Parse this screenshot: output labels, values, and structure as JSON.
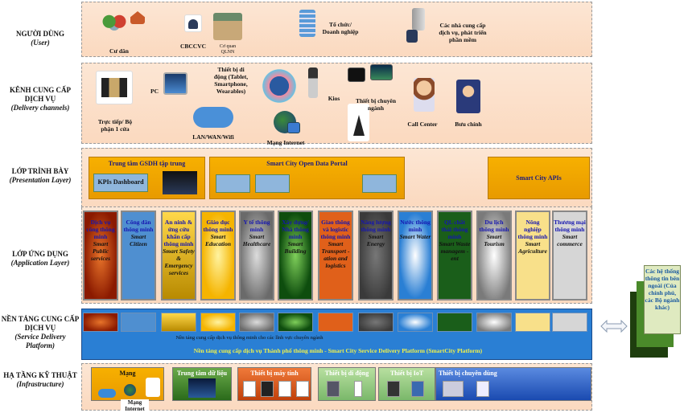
{
  "layers": {
    "user": {
      "vi": "NGƯỜI DÙNG",
      "en": "(User)"
    },
    "delivery": {
      "vi": "KÊNH CUNG CẤP DỊCH VỤ",
      "en": "(Delivery channels)"
    },
    "presentation": {
      "vi": "LỚP TRÌNH BÀY",
      "en": "(Presentation Layer)"
    },
    "application": {
      "vi": "LỚP ỨNG DỤNG",
      "en": "(Application Layer)"
    },
    "platform": {
      "vi": "NỀN TẢNG CUNG CẤP DỊCH VỤ",
      "en": "(Service Delivery Platform)"
    },
    "infrastructure": {
      "vi": "HẠ TẦNG KỸ THUẬT",
      "en": "(Infrastructure)"
    }
  },
  "users": {
    "residents": "Cư dân",
    "officials": "CBCCVC",
    "agency": "Cơ quan QLNN",
    "enterprise": "Tổ chức/ Doanh nghiệp",
    "providers": "Các nhà cung cấp dịch vụ, phát triển phần mềm"
  },
  "channels": {
    "direct": "Trực tiếp/ Bộ phận 1 cửa",
    "pc": "PC",
    "mobile": "Thiết bị di động (Tablet, Smartphone, Wearables)",
    "lan": "LAN/WAN/Wifi",
    "internet": "Mạng Internet",
    "kios": "Kios",
    "specialized": "Thiết bị chuyên ngành",
    "callcenter": "Call Center",
    "post": "Bưu chính"
  },
  "presentation": {
    "monitoring": "Trung tâm GSDH tập trung",
    "kpi": "KPIs Dashboard",
    "portal": "Smart City Open Data Portal",
    "apis": "Smart City APIs"
  },
  "apps": [
    {
      "vi": "Dịch vụ công thông minh",
      "en": "Smart Public services",
      "color": "#a02a08"
    },
    {
      "vi": "Công dân thông minh",
      "en": "Smart Citizen",
      "color": "#4f8fd0"
    },
    {
      "vi": "An ninh & ứng cứu khẩn cấp thông minh",
      "en": "Smart Safety & Emergency services",
      "color": "#d4a000"
    },
    {
      "vi": "Giáo dục thông minh",
      "en": "Smart Education",
      "color": "#f5b400"
    },
    {
      "vi": "Y tế thông minh",
      "en": "Smart Healthcare",
      "color": "#7a7a7a"
    },
    {
      "vi": "Xây dựng/ Nhà thông minh",
      "en": "Smart Building",
      "color": "#0f4f0f"
    },
    {
      "vi": "Giao thông và logistic thông minh",
      "en": "Smart Transport -ation and logistics",
      "color": "#e0601a"
    },
    {
      "vi": "Năng lượng thông minh",
      "en": "Smart Energy",
      "color": "#4a4a4a"
    },
    {
      "vi": "Nước thông minh",
      "en": "Smart Water",
      "color": "#2a7fd4"
    },
    {
      "vi": "QL chất thải thông minh",
      "en": "Smart Waste managem -ent",
      "color": "#1a5e1a"
    },
    {
      "vi": "Du lịch thông minh",
      "en": "Smart Tourism",
      "color": "#8a8a8a"
    },
    {
      "vi": "Nông nghiệp thông minh",
      "en": "Smart Agriculture",
      "color": "#f8e08a"
    },
    {
      "vi": "Thương mại thông minh",
      "en": "Smart commerce",
      "color": "#d6d6d6"
    }
  ],
  "platform": {
    "sector": "Nền tảng cung cấp dịch vụ thông minh cho các lĩnh vực chuyên ngành",
    "main": "Nền tảng cung cấp dịch vụ Thành phố thông minh - Smart City Service Delivery Platform (SmartCity Platform)"
  },
  "infrastructure": {
    "network": "Mạng",
    "network_internet": "Mạng Internet",
    "datacenter": "Trung tâm dữ liệu",
    "computers": "Thiết bị máy tính",
    "mobile": "Thiết bị di động",
    "iot": "Thiết bị IoT",
    "specialized": "Thiết bị chuyên dùng"
  },
  "external": "Các hệ thống thông tin bên ngoài (Của chính phủ, các Bộ ngành khác)"
}
